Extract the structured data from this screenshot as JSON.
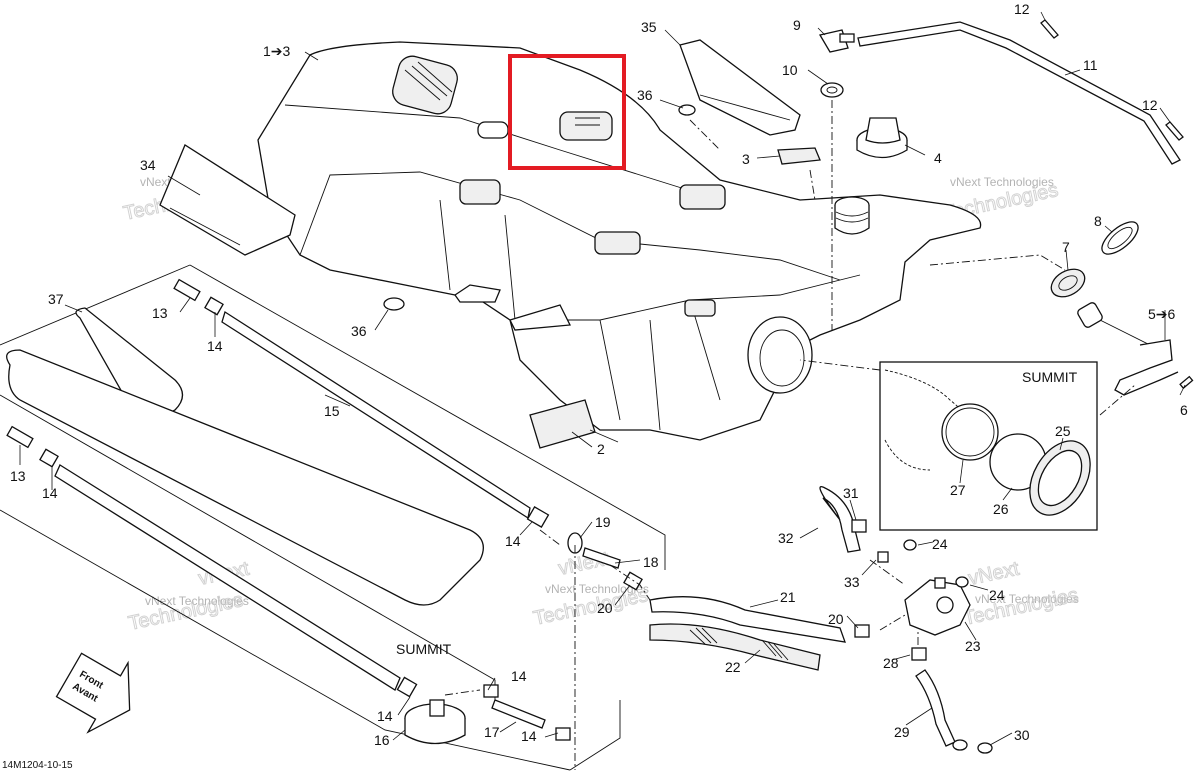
{
  "diagram": {
    "part_labels": {
      "p1to3": "1➔3",
      "p2": "2",
      "p3": "3",
      "p4": "4",
      "p5to6": "5➔6",
      "p6": "6",
      "p7": "7",
      "p8": "8",
      "p9": "9",
      "p10": "10",
      "p11": "11",
      "p12a": "12",
      "p12b": "12",
      "p13a": "13",
      "p13b": "13",
      "p14a": "14",
      "p14b": "14",
      "p14c": "14",
      "p14d": "14",
      "p14e": "14",
      "p14f": "14",
      "p15": "15",
      "p16": "16",
      "p17": "17",
      "p18": "18",
      "p19": "19",
      "p20": "20",
      "p21": "21",
      "p22": "22",
      "p23": "23",
      "p24a": "24",
      "p24b": "24",
      "p25": "25",
      "p26": "26",
      "p27": "27",
      "p28": "28",
      "p29": "29",
      "p30": "30",
      "p31": "31",
      "p32": "32",
      "p33": "33",
      "p34": "34",
      "p35": "35",
      "p36a": "36",
      "p36b": "36",
      "p37": "37"
    },
    "summit_inset_label": "SUMMIT",
    "summit_bottom_label": "SUMMIT",
    "front_arrow_line1": "Front",
    "front_arrow_line2": "Avant",
    "drawing_code": "14M1204-10-15",
    "watermark_line1": "vNext Technologies",
    "watermark_line2": "Technologies",
    "watermark_line3": "vNext",
    "highlight_color": "#e31b23"
  }
}
